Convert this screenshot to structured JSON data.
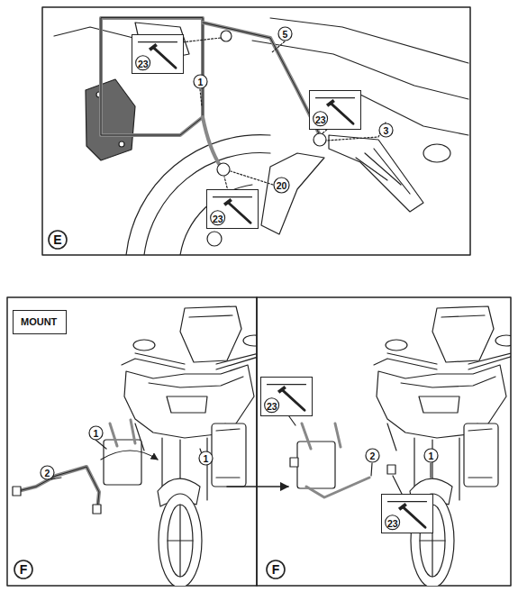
{
  "diagram": {
    "nodes": [
      {
        "text": [
          "23"
        ]
      },
      {
        "text": [
          "5"
        ]
      },
      {
        "text": [
          "1"
        ]
      },
      {
        "text": [
          "23"
        ]
      },
      {
        "text": [
          "3"
        ]
      },
      {
        "text": [
          "20"
        ]
      },
      {
        "text": [
          "23"
        ]
      },
      {
        "text": [
          "E"
        ]
      },
      {
        "text": [
          "MOUNT"
        ]
      },
      {
        "text": [
          "1"
        ]
      },
      {
        "text": [
          "2"
        ]
      },
      {
        "text": [
          "1"
        ]
      },
      {
        "text": [
          "F"
        ]
      },
      {
        "text": [
          "23"
        ]
      },
      {
        "text": [
          "2"
        ]
      },
      {
        "text": [
          "1"
        ]
      },
      {
        "text": [
          "23"
        ]
      },
      {
        "text": [
          "F"
        ]
      }
    ],
    "edges": []
  }
}
